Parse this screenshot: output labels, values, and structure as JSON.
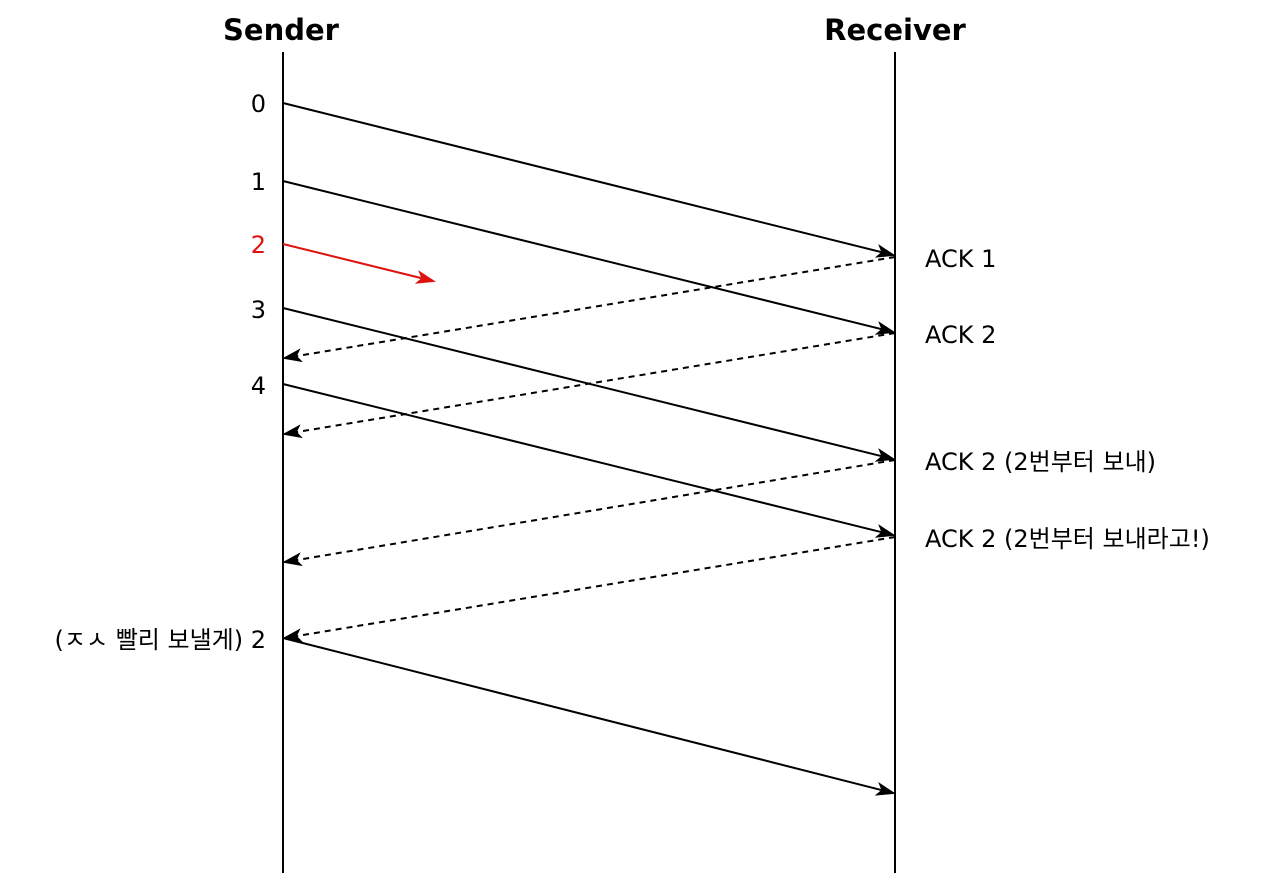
{
  "headers": {
    "sender": "Sender",
    "receiver": "Receiver"
  },
  "sender_labels": [
    {
      "text": "0"
    },
    {
      "text": "1"
    },
    {
      "text": "2",
      "lost": true
    },
    {
      "text": "3"
    },
    {
      "text": "4"
    },
    {
      "text": "(ㅈㅅ 빨리 보낼게) 2"
    }
  ],
  "receiver_labels": [
    {
      "text": "ACK 1"
    },
    {
      "text": "ACK 2"
    },
    {
      "text": "ACK 2 (2번부터 보내)"
    },
    {
      "text": "ACK 2 (2번부터 보내라고!)"
    }
  ],
  "colors": {
    "line": "#000000",
    "lost_packet": "#e0120f"
  }
}
